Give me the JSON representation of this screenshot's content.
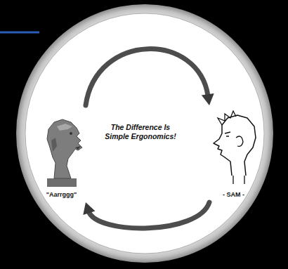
{
  "diagram": {
    "nodes": [
      {
        "text": [
          "The Difference Is Simple Ergonomics!"
        ]
      },
      {
        "text": [
          "\"Aarrggg\""
        ],
        "in": 0
      },
      {
        "text": [
          "- SAM -"
        ],
        "in": 0
      }
    ],
    "edges": [
      {
        "from": 1,
        "to": 2,
        "arrow": "to"
      },
      {
        "from": 2,
        "to": 1,
        "arrow": "to"
      }
    ]
  }
}
